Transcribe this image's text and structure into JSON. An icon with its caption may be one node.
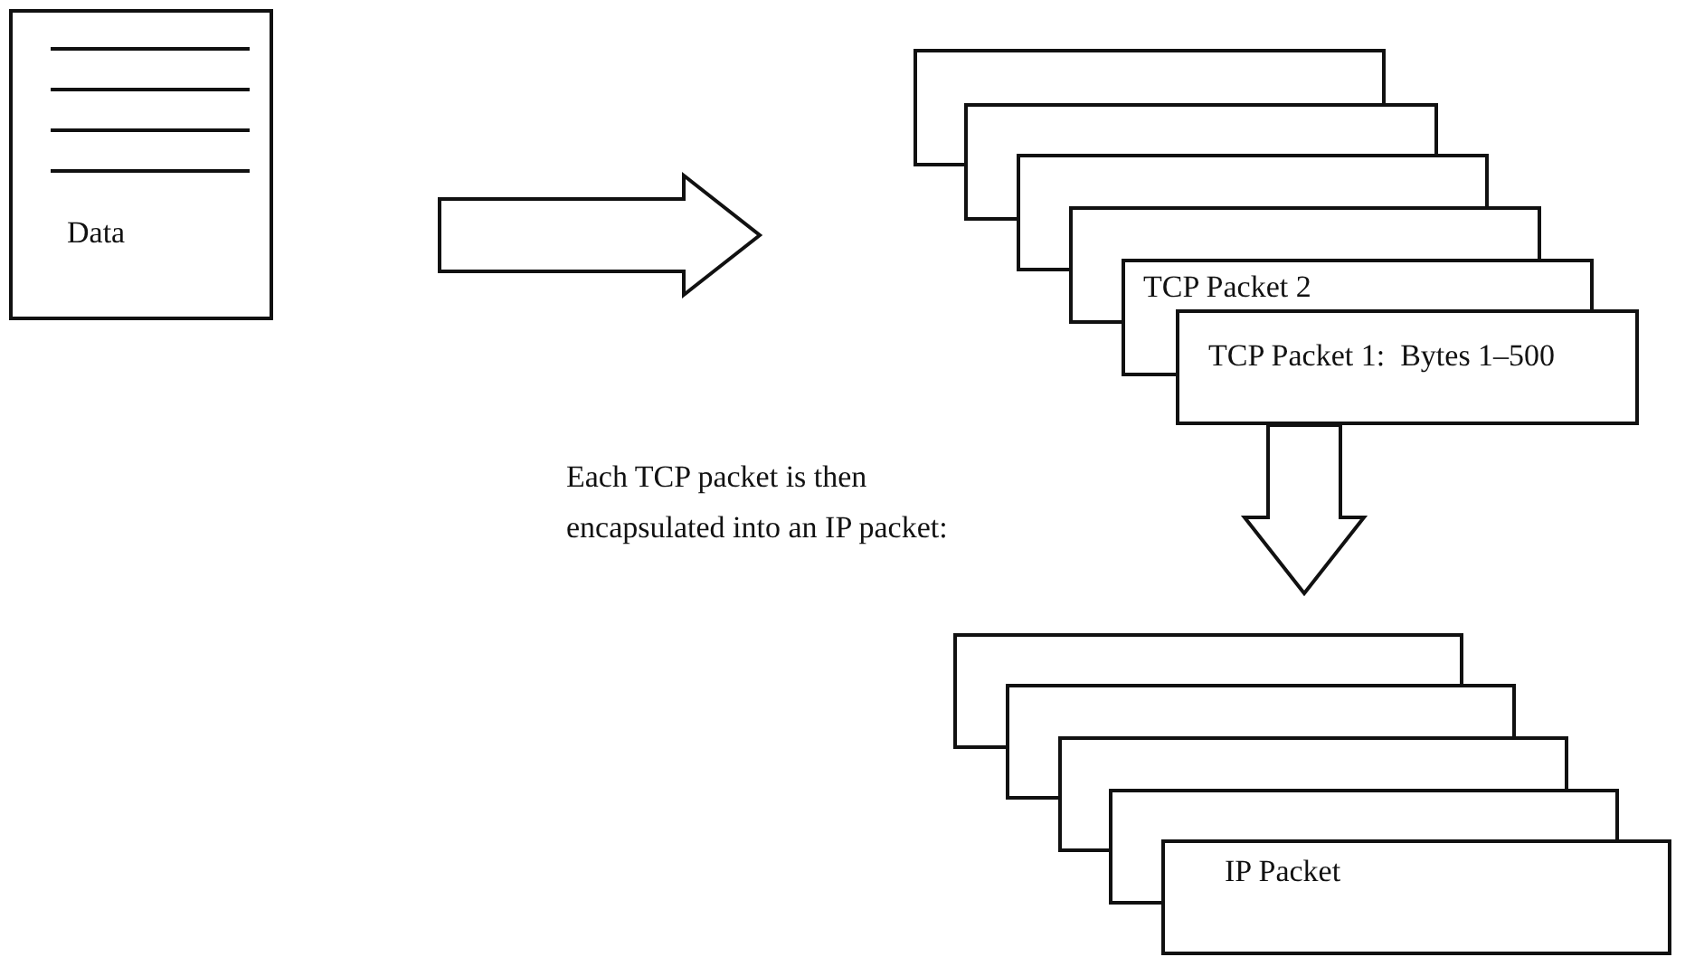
{
  "diagram": {
    "nodes": [
      {
        "text": [
          "Data"
        ]
      },
      {
        "text": [],
        "shape": "box"
      },
      {
        "text": [],
        "shape": "box"
      },
      {
        "text": [],
        "shape": "box"
      },
      {
        "text": [],
        "shape": "box"
      },
      {
        "text": [
          "TCP Packet 2"
        ]
      },
      {
        "text": [
          "TCP Packet 1:  Bytes 1–500"
        ]
      },
      {
        "text": [],
        "shape": "box"
      },
      {
        "text": [],
        "shape": "box"
      },
      {
        "text": [],
        "shape": "box"
      },
      {
        "text": [],
        "shape": "box"
      },
      {
        "text": [
          "IP Packet"
        ]
      }
    ],
    "edges": [
      {
        "from": 0,
        "to": 1,
        "arrow": "to"
      },
      {
        "from": 6,
        "to": 7,
        "arrow": "to"
      }
    ],
    "labels": [
      "Each TCP packet is then encapsulated into an IP packet:"
    ]
  }
}
